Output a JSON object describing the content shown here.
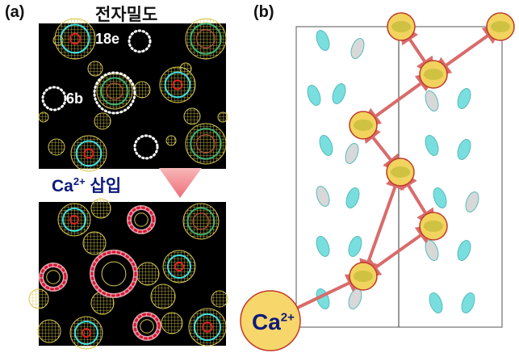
{
  "panel_a": {
    "label": "(a)",
    "title": "전자밀도",
    "site_18e": "18e",
    "site_6b": "6b",
    "step_ca": "Ca",
    "step_sup": "2+",
    "step_text": "삽입"
  },
  "panel_b": {
    "label": "(b)",
    "ion_ca": "Ca",
    "ion_sup": "2+"
  },
  "colors": {
    "ion_fill": "#f7d66b",
    "ion_stroke": "#c0392b",
    "isosurface": "#6fdcdc",
    "arrow": "#d96b6b",
    "label_blue": "#0d1a7a"
  }
}
